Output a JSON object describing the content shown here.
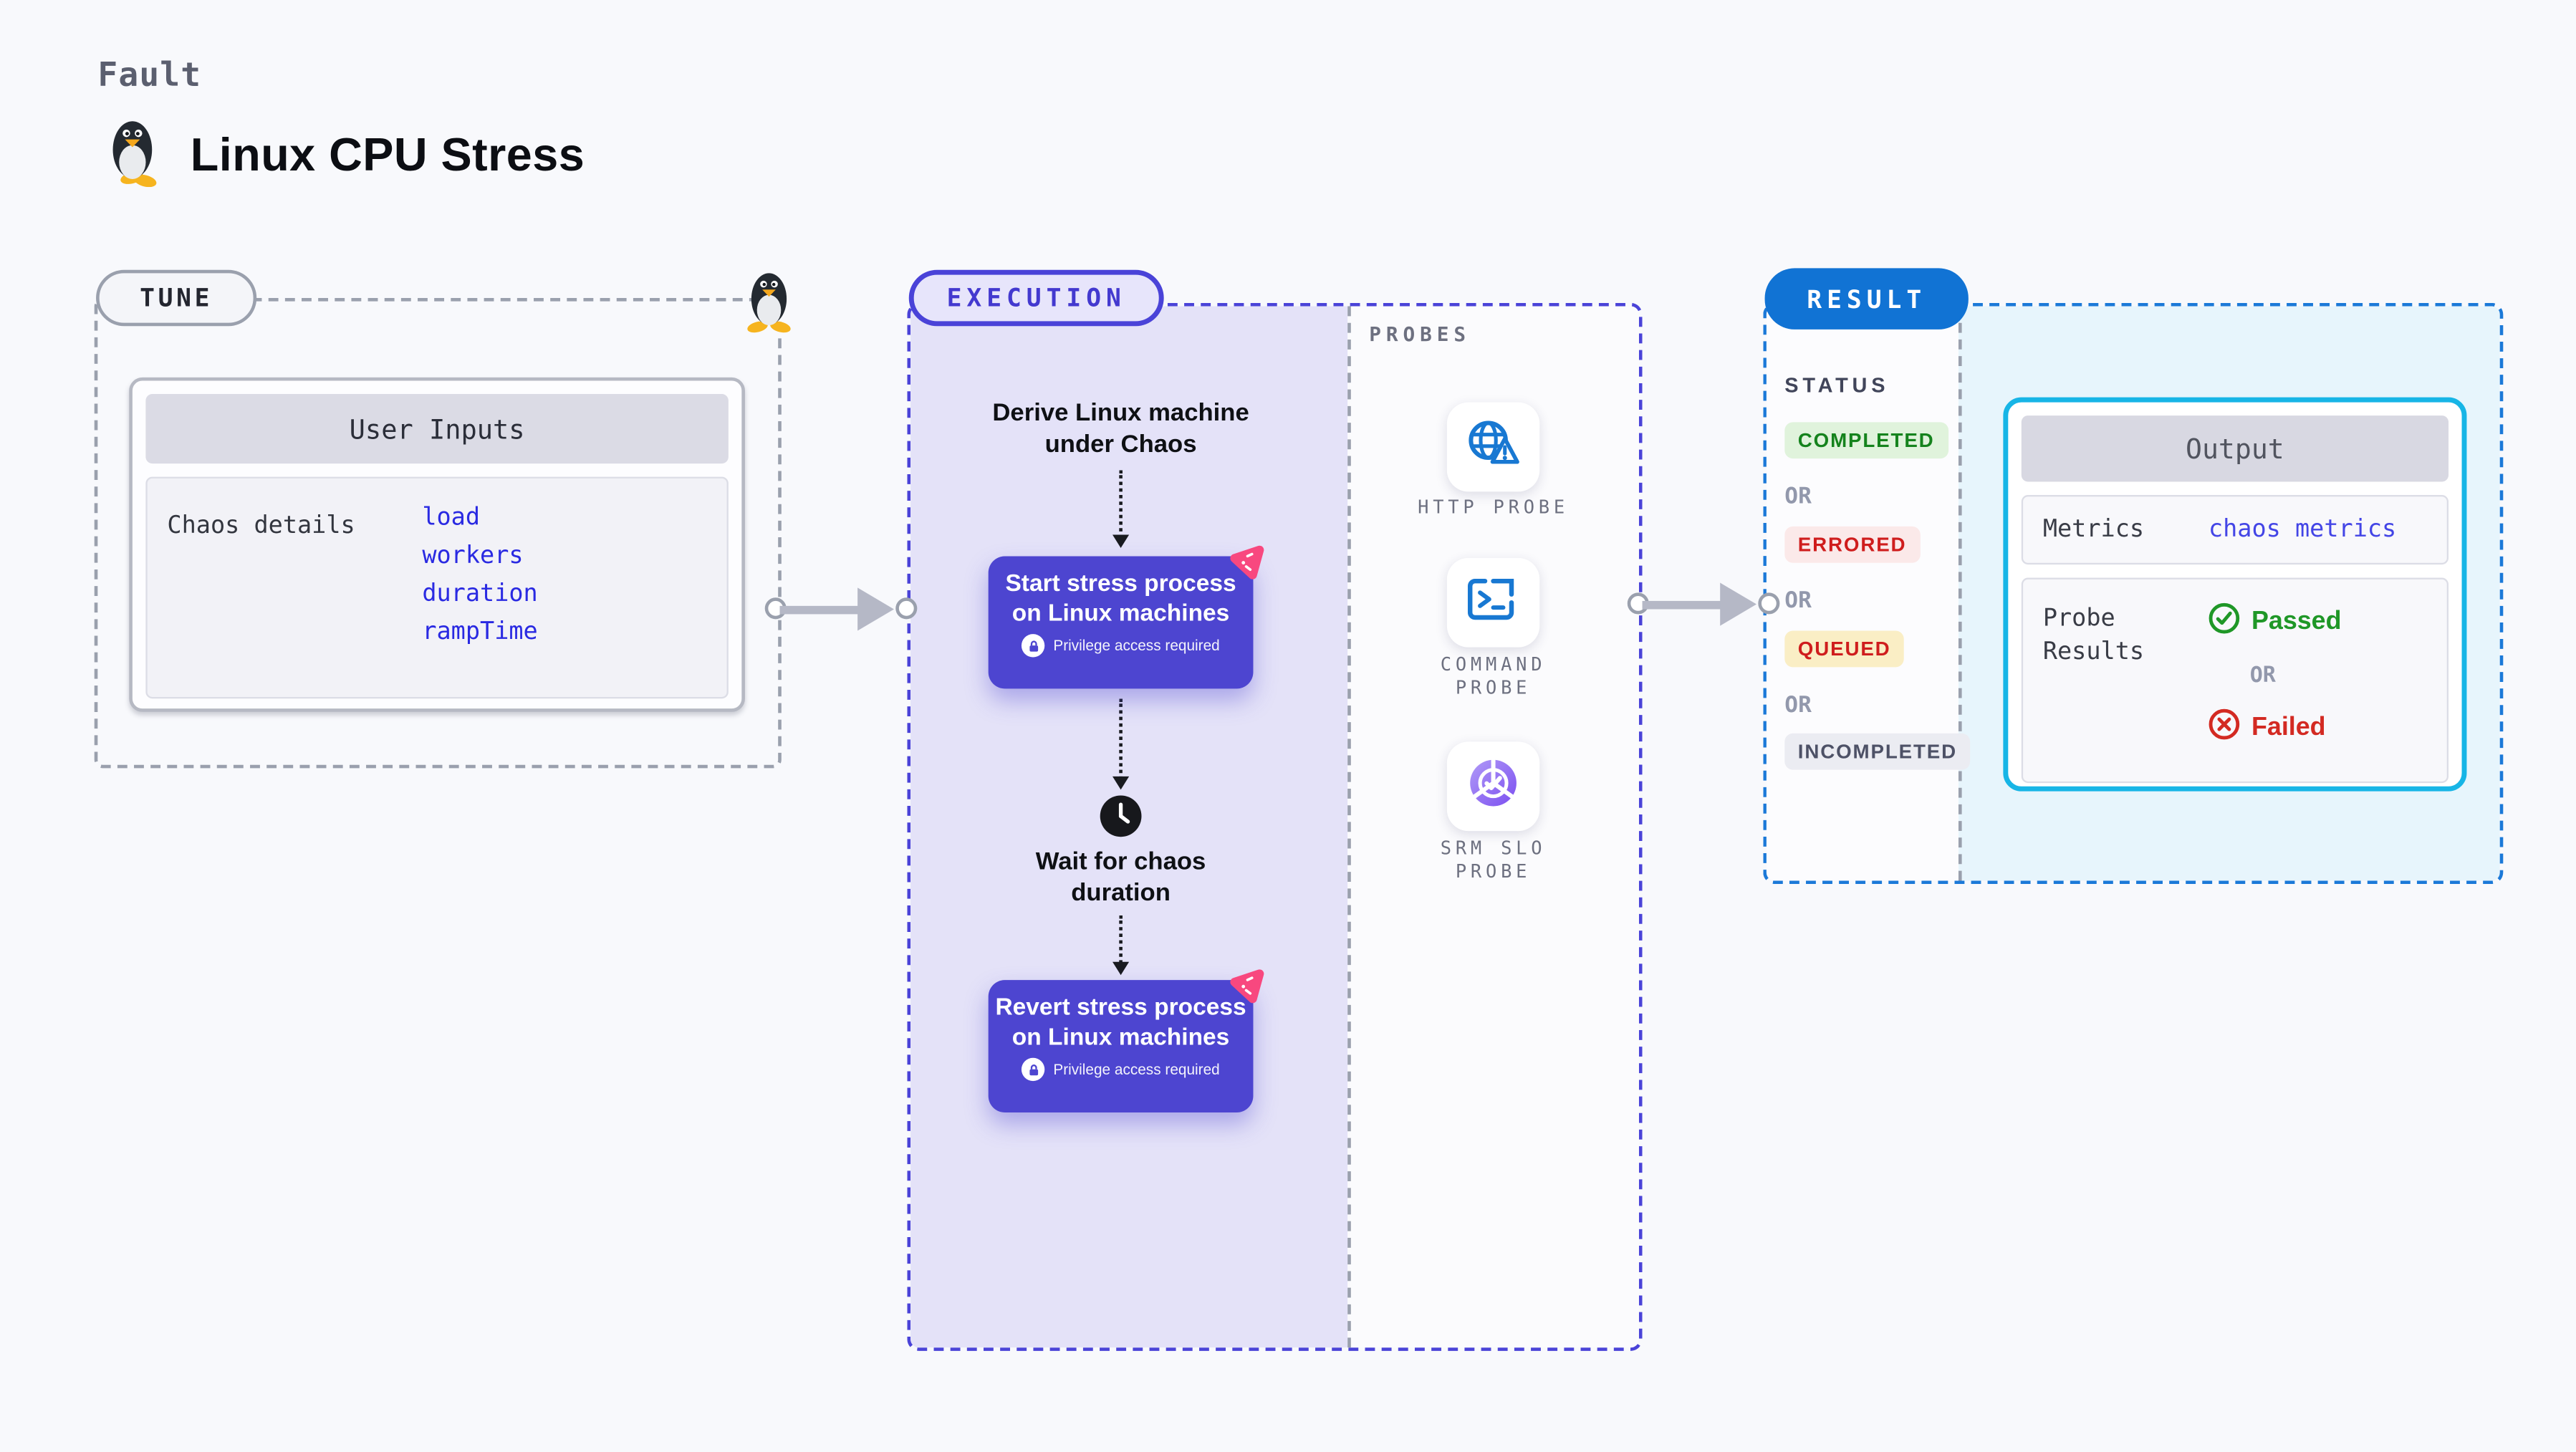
{
  "page": {
    "kicker": "Fault",
    "title": "Linux CPU Stress"
  },
  "tune": {
    "badge": "TUNE",
    "card_header": "User Inputs",
    "row_label": "Chaos details",
    "inputs": [
      "load",
      "workers",
      "duration",
      "rampTime"
    ]
  },
  "execution": {
    "badge": "EXECUTION",
    "derive_label": "Derive Linux machine under Chaos",
    "start": {
      "title": "Start stress process on Linux machines",
      "note": "Privilege access required"
    },
    "wait_label": "Wait for chaos duration",
    "revert": {
      "title": "Revert stress process on Linux machines",
      "note": "Privilege access required"
    }
  },
  "probes": {
    "heading": "PROBES",
    "items": [
      {
        "label": "HTTP PROBE",
        "icon": "globe-alert-icon"
      },
      {
        "label": "COMMAND PROBE",
        "icon": "terminal-icon"
      },
      {
        "label": "SRM SLO PROBE",
        "icon": "slo-pie-check-icon"
      }
    ]
  },
  "result": {
    "badge": "RESULT",
    "status_heading": "STATUS",
    "or_label": "OR",
    "statuses": [
      {
        "label": "COMPLETED",
        "text_color": "#15831d",
        "bg": "#e0f3dc"
      },
      {
        "label": "ERRORED",
        "text_color": "#cf1d1d",
        "bg": "#fbe9e9"
      },
      {
        "label": "QUEUED",
        "text_color": "#cf1d1d",
        "bg": "#faeec5"
      },
      {
        "label": "INCOMPLETED",
        "text_color": "#4d5166",
        "bg": "#ebecf2"
      }
    ],
    "output": {
      "header": "Output",
      "metrics_label": "Metrics",
      "metrics_link": "chaos metrics",
      "probe_results_label": "Probe Results",
      "passed_label": "Passed",
      "failed_label": "Failed"
    }
  },
  "colors": {
    "page_bg": "#f8f9fc",
    "tune_dash": "#9aa0ad",
    "execution_dash": "#4a43d8",
    "execution_fill": "#e4e2f8",
    "result_dash": "#1b79d8",
    "result_fill": "#e7f5fc",
    "node_purple": "#4d45d0",
    "chaos_pink": "#f8487f",
    "output_border_cyan": "#17b5e6",
    "link_blue": "#2a2ae2",
    "metrics_link_blue": "#4345e6",
    "passed_green": "#1f9727",
    "failed_red": "#d32a22",
    "probe_icon_blue": "#1878d2",
    "arrow_gray": "#b5b8c6"
  }
}
